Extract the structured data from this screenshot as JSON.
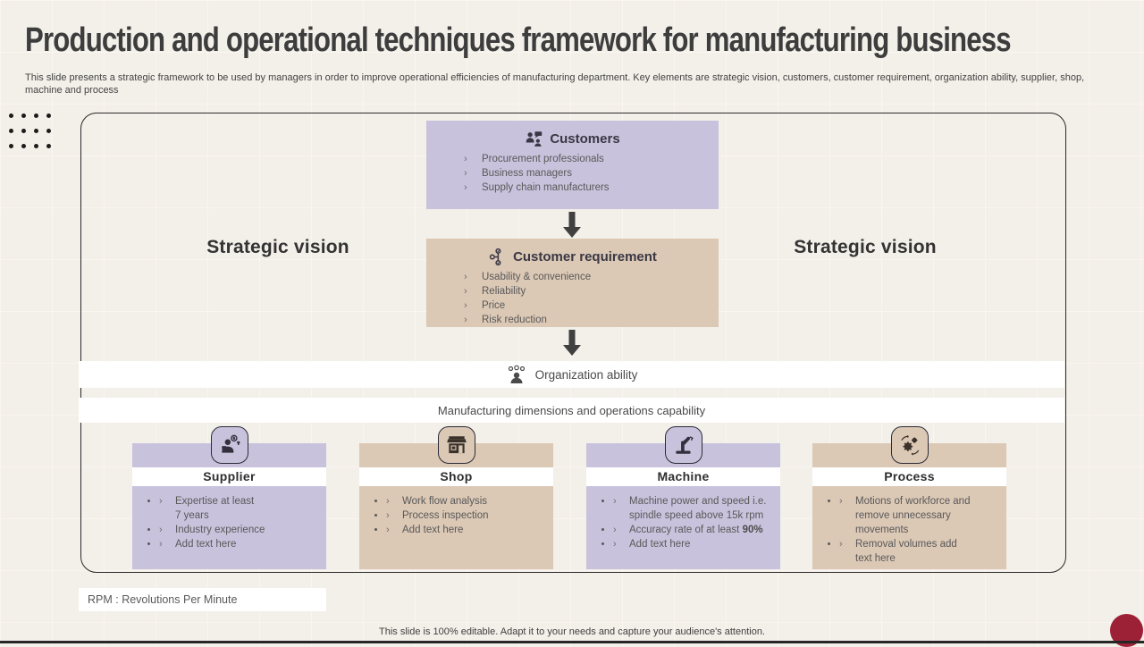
{
  "slide": {
    "title": "Production and operational techniques framework for manufacturing business",
    "subtitle": "This slide presents a strategic framework to be used by managers in order to improve operational efficiencies of manufacturing department. Key elements are strategic vision, customers, customer requirement, organization ability, supplier, shop, machine and process",
    "footer": "This slide is 100% editable. Adapt it to your needs and capture your audience's attention.",
    "rpm_note": "RPM : Revolutions Per Minute"
  },
  "labels": {
    "strategic_vision_left": "Strategic vision",
    "strategic_vision_right": "Strategic vision",
    "organization_ability": "Organization ability",
    "manufacturing_dimensions": "Manufacturing dimensions and operations capability"
  },
  "customers": {
    "title": "Customers",
    "items": [
      "Procurement professionals",
      "Business managers",
      "Supply chain manufacturers"
    ]
  },
  "customer_requirement": {
    "title": "Customer requirement",
    "items": [
      "Usability & convenience",
      "Reliability",
      "Price",
      "Risk reduction"
    ]
  },
  "columns": [
    {
      "title": "Supplier",
      "theme": "purple",
      "items": [
        {
          "text": "Expertise at least\n7 years"
        },
        {
          "text": "Industry experience"
        },
        {
          "text": "Add text here"
        }
      ]
    },
    {
      "title": "Shop",
      "theme": "tan",
      "items": [
        {
          "text": "Work flow analysis"
        },
        {
          "text": "Process inspection"
        },
        {
          "text": "Add text here"
        }
      ]
    },
    {
      "title": "Machine",
      "theme": "purple",
      "items": [
        {
          "text": "Machine power and speed i.e.\nspindle speed above 15k rpm"
        },
        {
          "text": "Accuracy rate of at least ",
          "bold": "90%"
        },
        {
          "text": "Add text here"
        }
      ]
    },
    {
      "title": "Process",
      "theme": "tan",
      "items": [
        {
          "text": "Motions of workforce and\nremove unnecessary\nmovements"
        },
        {
          "text": "Removal volumes add\ntext here"
        }
      ]
    }
  ],
  "colors": {
    "purple": "#c8c2dc",
    "tan": "#dbc8b5",
    "arrow": "#404040",
    "corner_circle": "#9d2136",
    "background": "#f3efe9"
  }
}
